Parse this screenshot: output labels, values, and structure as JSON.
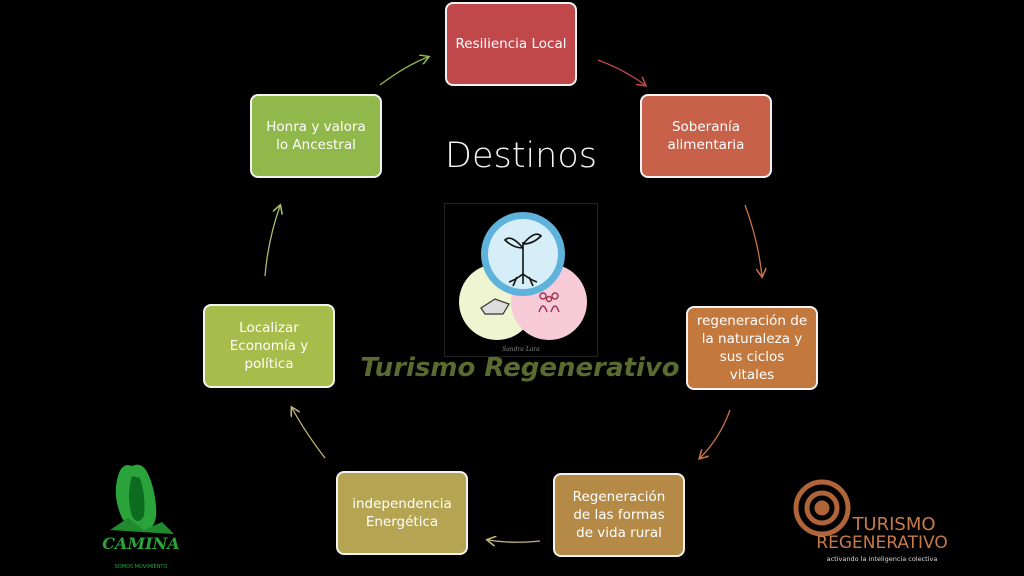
{
  "diagram": {
    "title": "Destinos",
    "subtitle": "Turismo Regenerativo",
    "nodes": [
      {
        "label": "Resiliencia Local"
      },
      {
        "label": "Soberanía\nalimentaria"
      },
      {
        "label": "regeneración de\nla naturaleza y\nsus ciclos vitales"
      },
      {
        "label": "Regeneración\nde las  formas\nde vida rural"
      },
      {
        "label": "independencia\nEnergética"
      },
      {
        "label": "Localizar\nEconomía y\npolítica"
      },
      {
        "label": "Honra y valora\nlo Ancestral"
      }
    ]
  },
  "logos": {
    "left": {
      "text": "CAMINA",
      "tagline": "SOMOS MOVIMIENTO",
      "color": "#2aa33a"
    },
    "right": {
      "line1": "TURISMO",
      "line2": "REGENERATIVO",
      "tagline": "activando la inteligencia colectiva",
      "color": "#b0643a"
    },
    "center": {
      "signature": "Sandra Lara",
      "colors": [
        "#bfe3f3",
        "#eef5d0",
        "#f7cbd8"
      ]
    }
  },
  "colors": {
    "background": "#000000",
    "node_border": "#f2f2f2",
    "subtitle": "#5a6b30"
  }
}
